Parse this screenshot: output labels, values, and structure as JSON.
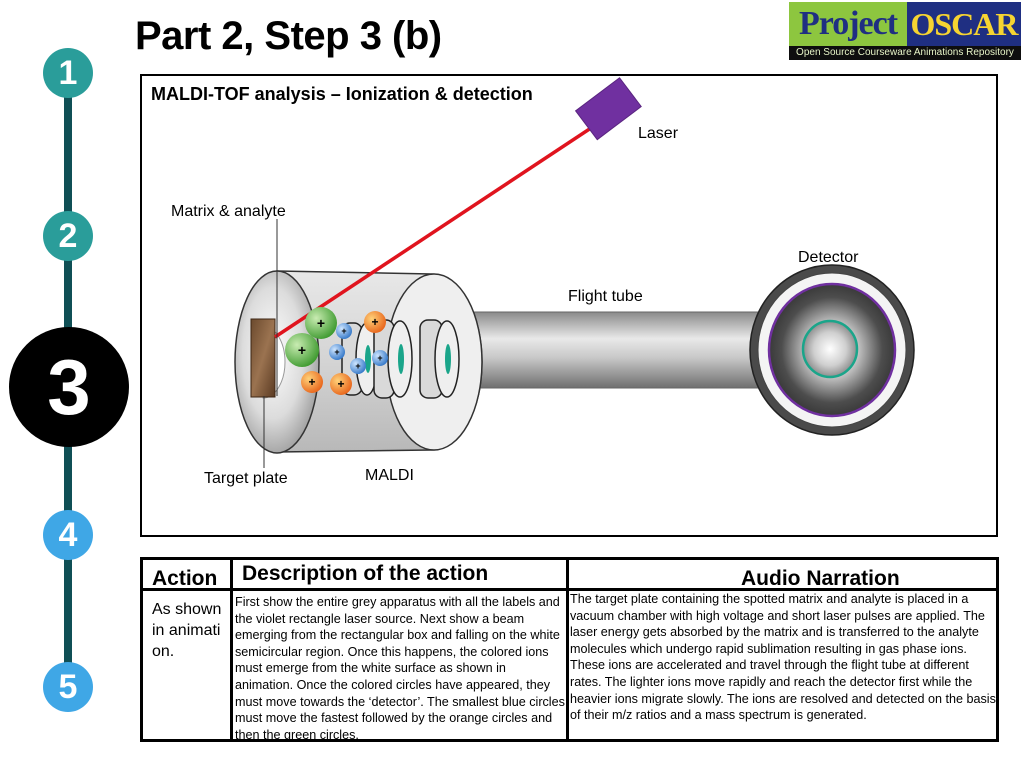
{
  "page": {
    "title": "Part 2, Step 3 (b)"
  },
  "logo": {
    "word1": "Project",
    "word2": "OSCAR",
    "tagline": "Open Source Courseware Animations Repository"
  },
  "steps": [
    {
      "label": "1",
      "state": "done",
      "color": "#2a9d9a"
    },
    {
      "label": "2",
      "state": "done",
      "color": "#2a9d9a"
    },
    {
      "label": "3",
      "state": "current",
      "color": "#000000"
    },
    {
      "label": "4",
      "state": "upcoming",
      "color": "#3fa7e6"
    },
    {
      "label": "5",
      "state": "upcoming",
      "color": "#3fa7e6"
    }
  ],
  "diagram": {
    "heading": "MALDI-TOF analysis – Ionization & detection",
    "labels": {
      "laser": "Laser",
      "matrix": "Matrix & analyte",
      "detector": "Detector",
      "flight_tube": "Flight tube",
      "target_plate": "Target plate",
      "maldi": "MALDI"
    },
    "colors": {
      "laser_box": "#7030a0",
      "beam": "#e0141e",
      "detector_ring": "#7030a0",
      "ion_green": "#4ca83a",
      "ion_orange": "#f07d1a",
      "ion_blue": "#3b7fd0"
    }
  },
  "table": {
    "headers": {
      "action": "Action",
      "description": "Description of the action",
      "narration": "Audio Narration"
    },
    "action": "As shown in animation.",
    "description": "First show the entire grey apparatus with all the labels and the violet rectangle laser source. Next show a beam emerging from the rectangular box and falling on the white semicircular region. Once this happens, the colored ions must emerge from the white surface as shown in animation. Once the colored circles have appeared, they must move towards the ‘detector’. The smallest blue circles must move the fastest followed by the orange circles and then the green circles.",
    "narration": "The target plate containing the spotted matrix and analyte is placed in a vacuum chamber with high voltage and short laser pulses are applied. The laser energy gets absorbed by the matrix and is transferred to the analyte molecules which undergo rapid sublimation resulting in gas phase ions. These ions are accelerated and travel through the flight tube at different rates. The lighter ions move rapidly and reach the detector first while the heavier ions migrate slowly. The ions are resolved and detected on the basis of their m/z ratios and a mass spectrum is generated."
  }
}
